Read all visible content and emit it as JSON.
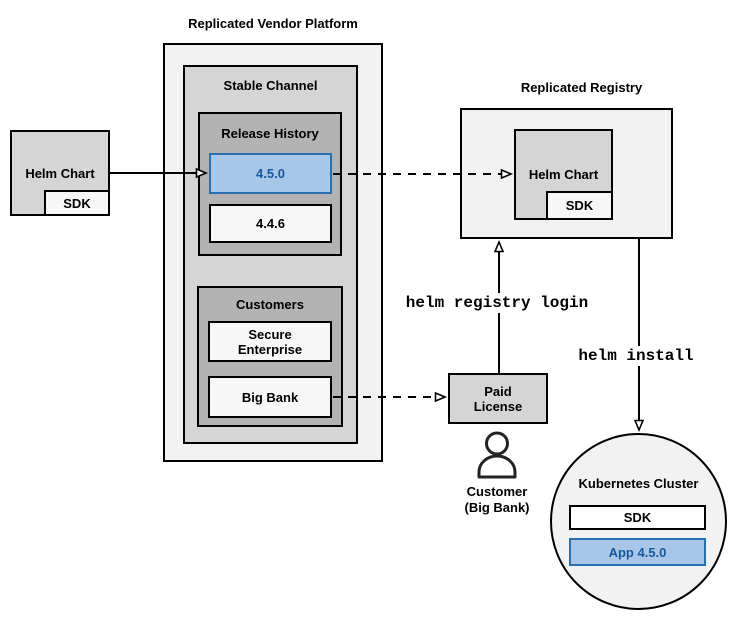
{
  "colors": {
    "container_fill": "#f2f2f2",
    "node_fill": "#d5d5d5",
    "group_fill": "#b3b3b3",
    "leaf_fill": "#f7f7f7",
    "white_fill": "#ffffff",
    "blue_fill": "#a8c7e8",
    "blue_stroke": "#2a6fae",
    "blue_text": "#17599c"
  },
  "diagram": {
    "vendor_platform": {
      "title": "Replicated Vendor Platform",
      "stable_channel": {
        "title": "Stable Channel",
        "release_history": {
          "title": "Release History",
          "releases": [
            {
              "version": "4.5.0",
              "highlighted": true
            },
            {
              "version": "4.4.6",
              "highlighted": false
            }
          ]
        },
        "customers": {
          "title": "Customers",
          "items": [
            "Secure Enterprise",
            "Big Bank"
          ]
        }
      }
    },
    "source_helm_chart": {
      "label": "Helm Chart",
      "sdk": "SDK"
    },
    "registry": {
      "title": "Replicated Registry",
      "helm_chart": "Helm Chart",
      "sdk": "SDK"
    },
    "paid_license": {
      "label": "Paid License"
    },
    "customer": {
      "name": "Customer",
      "org": "(Big Bank)"
    },
    "commands": {
      "registry_login": "helm registry login",
      "install": "helm install"
    },
    "kubernetes_cluster": {
      "title": "Kubernetes Cluster",
      "sdk": "SDK",
      "app": "App 4.5.0"
    }
  }
}
